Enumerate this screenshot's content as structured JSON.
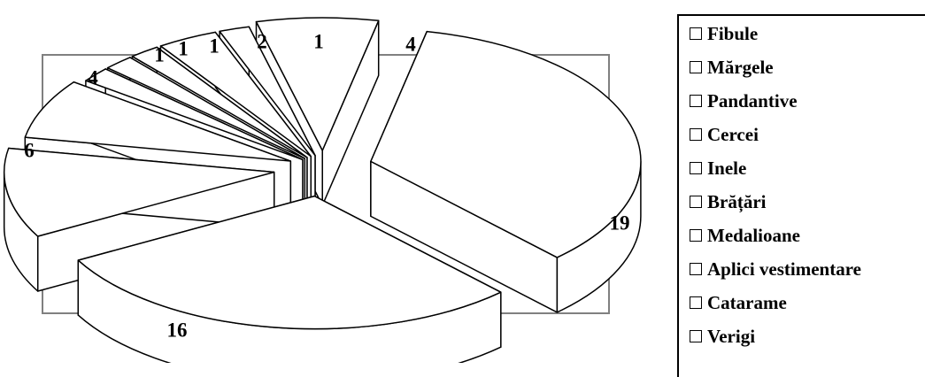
{
  "chart_data": {
    "type": "pie",
    "variant": "exploded-3d",
    "categories": [
      "Fibule",
      "Mărgele",
      "Pandantive",
      "Cercei",
      "Inele",
      "Brățări",
      "Medalioane",
      "Aplici vestimentare",
      "Catarame",
      "Verigi"
    ],
    "values": [
      19,
      16,
      6,
      4,
      1,
      1,
      1,
      2,
      1,
      4
    ],
    "data_labels": [
      "19",
      "16",
      "6",
      "4",
      "1",
      "1",
      "1",
      "2",
      "1",
      "4"
    ],
    "legend": {
      "placement": "right",
      "items": [
        "Fibule",
        "Mărgele",
        "Pandantive",
        "Cercei",
        "Inele",
        "Brățări",
        "Medalioane",
        "Aplici vestimentare",
        "Catarame",
        "Verigi"
      ]
    },
    "colors": {
      "fill": "#ffffff",
      "stroke": "#000000",
      "plot_frame": "#808080"
    }
  }
}
